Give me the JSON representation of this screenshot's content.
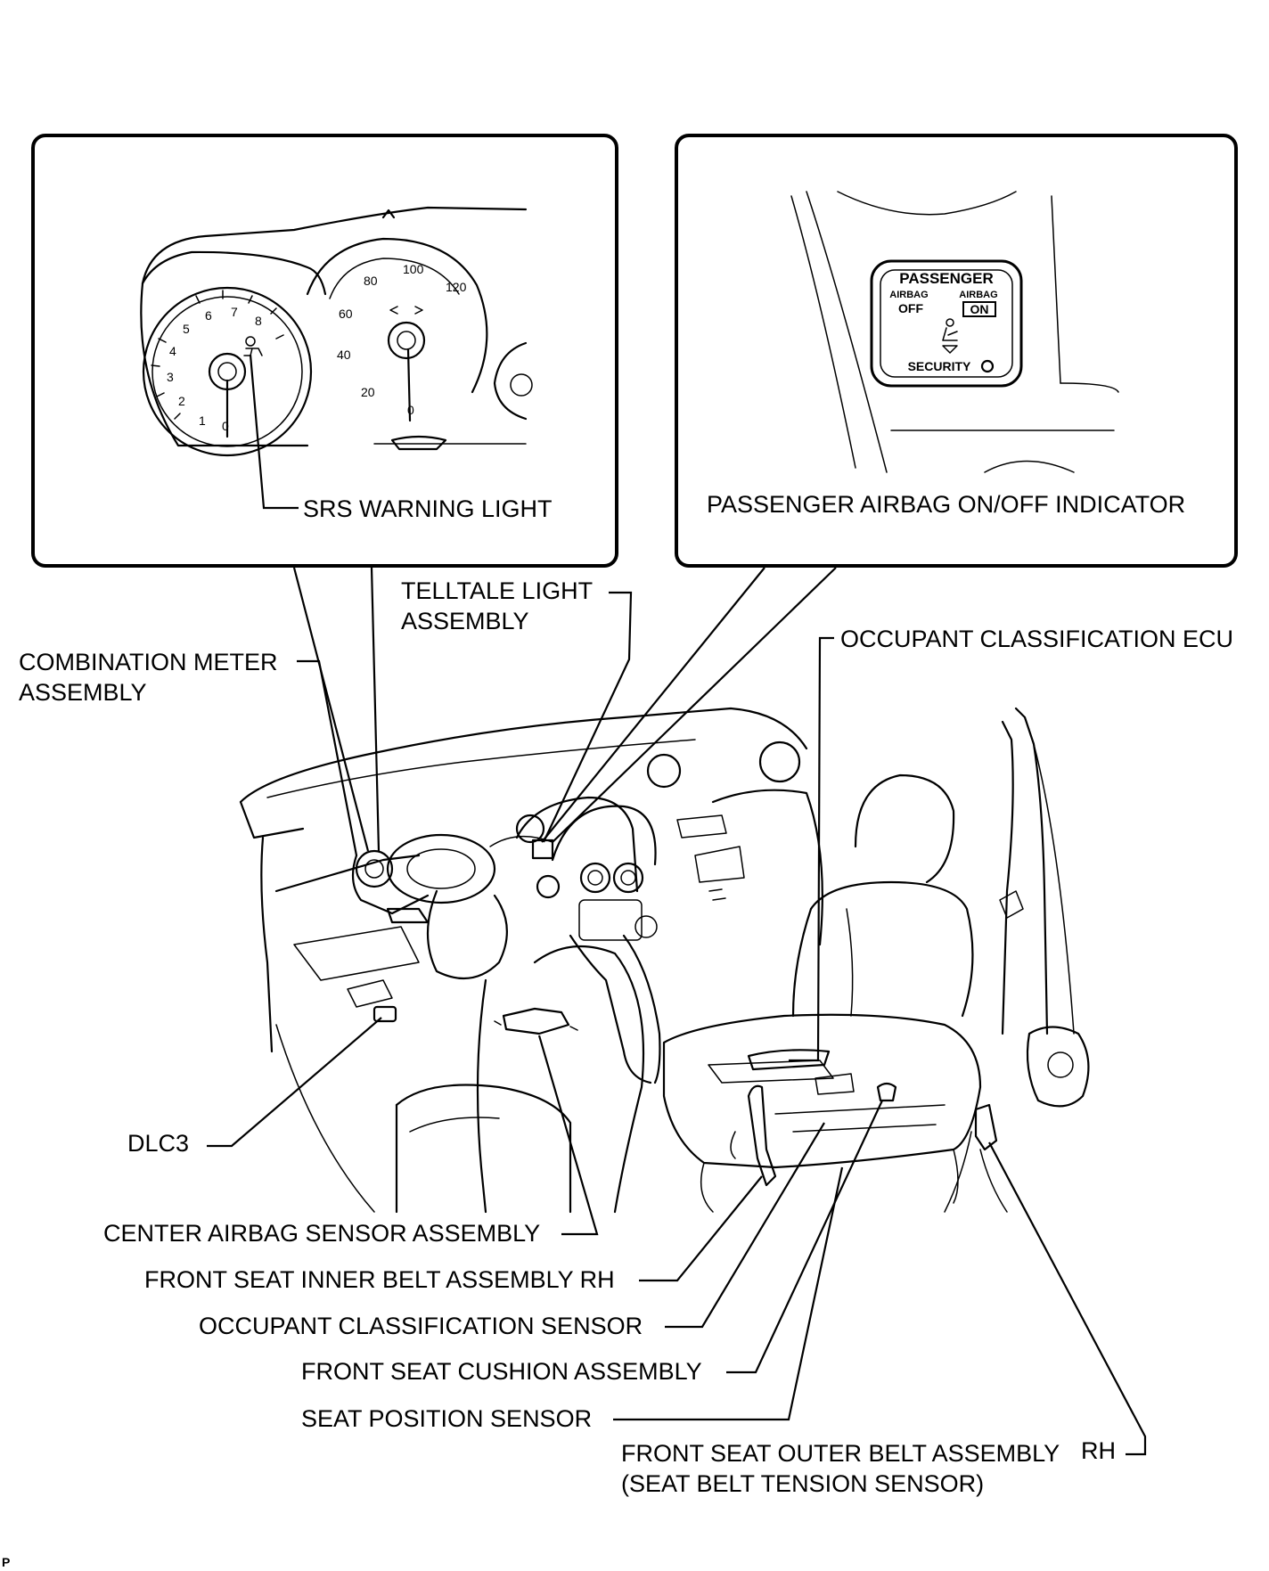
{
  "labels": {
    "srs_warning_light": "SRS WARNING LIGHT",
    "passenger_indicator": "PASSENGER AIRBAG ON/OFF INDICATOR",
    "telltale_1": "TELLTALE LIGHT",
    "telltale_2": "ASSEMBLY",
    "occupant_ecu": "OCCUPANT CLASSIFICATION ECU",
    "combination_meter_1": "COMBINATION METER",
    "combination_meter_2": "ASSEMBLY",
    "dlc3": "DLC3",
    "center_airbag_sensor": "CENTER AIRBAG SENSOR ASSEMBLY",
    "front_seat_inner_belt": "FRONT SEAT INNER BELT ASSEMBLY RH",
    "occupant_sensor": "OCCUPANT CLASSIFICATION SENSOR",
    "front_seat_cushion": "FRONT SEAT CUSHION ASSEMBLY",
    "seat_position_sensor": "SEAT POSITION SENSOR",
    "front_seat_outer_belt_1": "FRONT SEAT OUTER BELT ASSEMBLY",
    "front_seat_outer_belt_rh": "RH",
    "front_seat_outer_belt_2": "(SEAT BELT TENSION SENSOR)",
    "corner_mark": "P"
  },
  "gauges": {
    "tach_ticks": [
      "1",
      "2",
      "3",
      "4",
      "5",
      "6",
      "7",
      "8",
      "0"
    ],
    "speed_ticks": [
      "20",
      "40",
      "60",
      "80",
      "100",
      "120",
      "0"
    ]
  },
  "indicator_panel": {
    "title": "PASSENGER",
    "airbag_left": "AIRBAG",
    "off": "OFF",
    "airbag_right": "AIRBAG",
    "on": "ON",
    "security": "SECURITY"
  }
}
